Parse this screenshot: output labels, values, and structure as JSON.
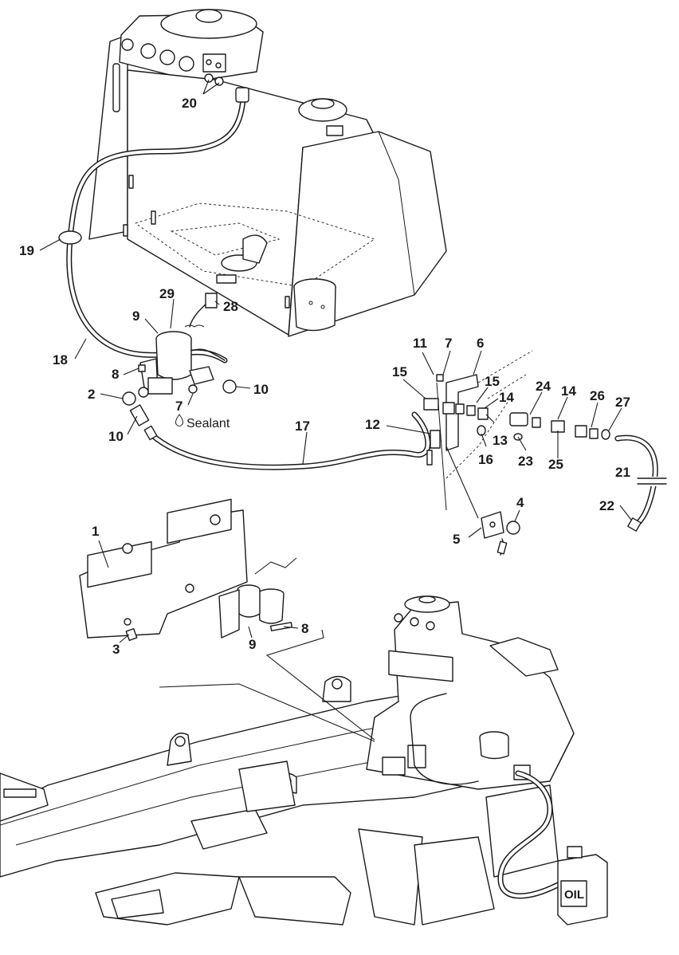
{
  "callouts": {
    "c1": "1",
    "c2": "2",
    "c3": "3",
    "c4": "4",
    "c5": "5",
    "c6": "6",
    "c7a": "7",
    "c7b": "7",
    "c8a": "8",
    "c8b": "8",
    "c9a": "9",
    "c9b": "9",
    "c10a": "10",
    "c10b": "10",
    "c11": "11",
    "c12": "12",
    "c13": "13",
    "c14a": "14",
    "c14b": "14",
    "c15a": "15",
    "c15b": "15",
    "c16": "16",
    "c17": "17",
    "c18": "18",
    "c19": "19",
    "c20": "20",
    "c21": "21",
    "c22": "22",
    "c23": "23",
    "c24": "24",
    "c25": "25",
    "c26": "26",
    "c27": "27",
    "c28": "28",
    "c29": "29"
  },
  "notes": {
    "sealant": "Sealant"
  },
  "container_label": "OIL"
}
